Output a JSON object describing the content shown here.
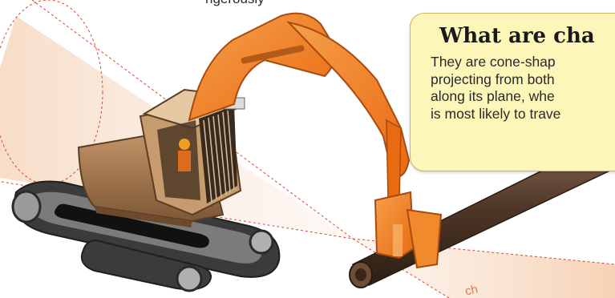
{
  "top_text": "ngerously",
  "callout": {
    "title": "What are cha",
    "lines": [
      "They are cone-shap",
      "projecting from both",
      "along its plane, whe",
      "is most likely to trave"
    ]
  },
  "zone_label": "ch",
  "colors": {
    "boom": "#f07a1e",
    "cone": "#f6c9a6",
    "body": "#a7794d",
    "track": "#4a4a4a",
    "callout_bg": "#fdf6b9",
    "zone_line": "#e0442d"
  }
}
